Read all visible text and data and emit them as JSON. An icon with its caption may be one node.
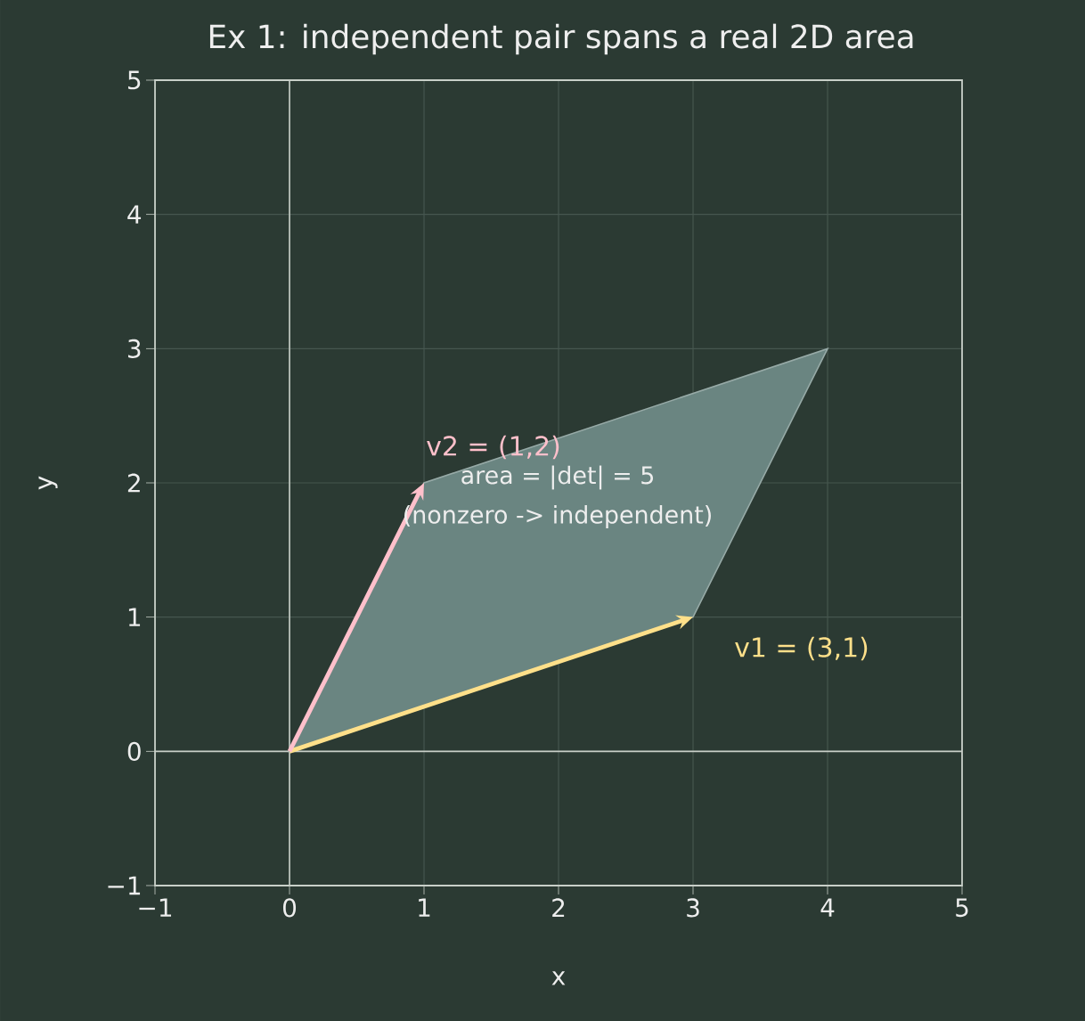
{
  "diagram": {
    "title": "Ex 1: independent pair spans a real 2D area",
    "labels": [
      "5",
      "4",
      "3",
      "v2 = (1,2)",
      "2",
      "area = |det| = 5",
      "(nonzero -> independent)",
      "1",
      "v1 = (3,1)",
      "0",
      "−1",
      "−1",
      "0",
      "1",
      "2",
      "3",
      "4",
      "5",
      "y",
      "x"
    ]
  }
}
